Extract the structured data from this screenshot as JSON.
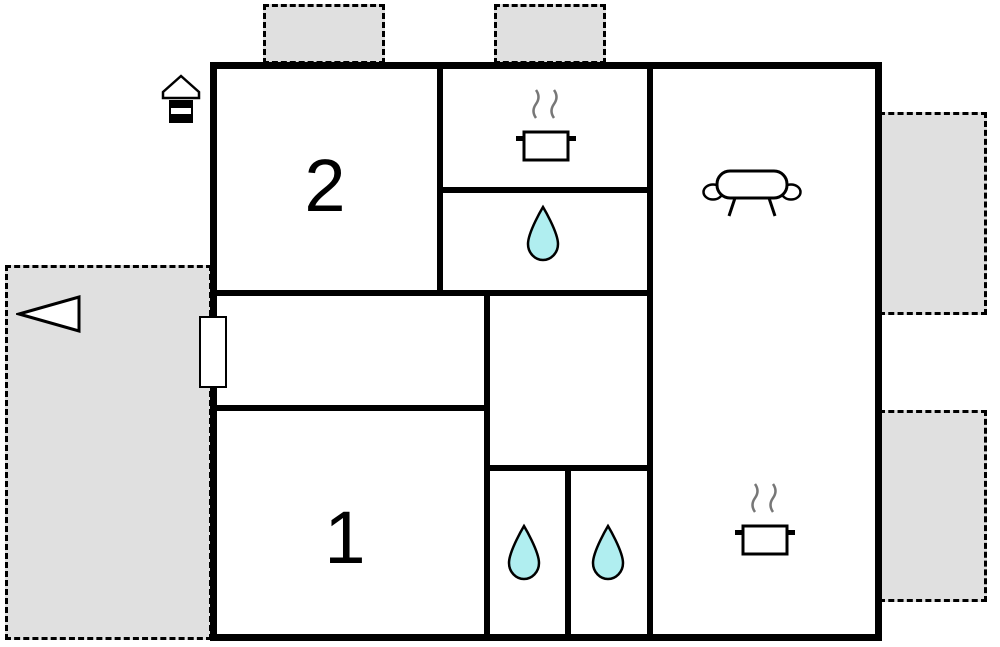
{
  "floorplan": {
    "rooms": [
      {
        "name": "room-2",
        "label": "2"
      },
      {
        "name": "room-1",
        "label": "1"
      }
    ],
    "icons": [
      {
        "name": "chimney-icon"
      },
      {
        "name": "direction-arrow-icon"
      },
      {
        "name": "stove-pot-icon-kitchen"
      },
      {
        "name": "water-drop-icon-wc"
      },
      {
        "name": "sofa-icon"
      },
      {
        "name": "stove-pot-icon-living"
      },
      {
        "name": "water-drop-icon-bath-left"
      },
      {
        "name": "water-drop-icon-bath-right"
      }
    ],
    "colors": {
      "wall": "#000000",
      "terrace_fill": "#e0e0e0",
      "terrace_border": "#000000",
      "water_drop_fill": "#b0eef0",
      "steam": "#777777",
      "background": "#ffffff"
    }
  }
}
